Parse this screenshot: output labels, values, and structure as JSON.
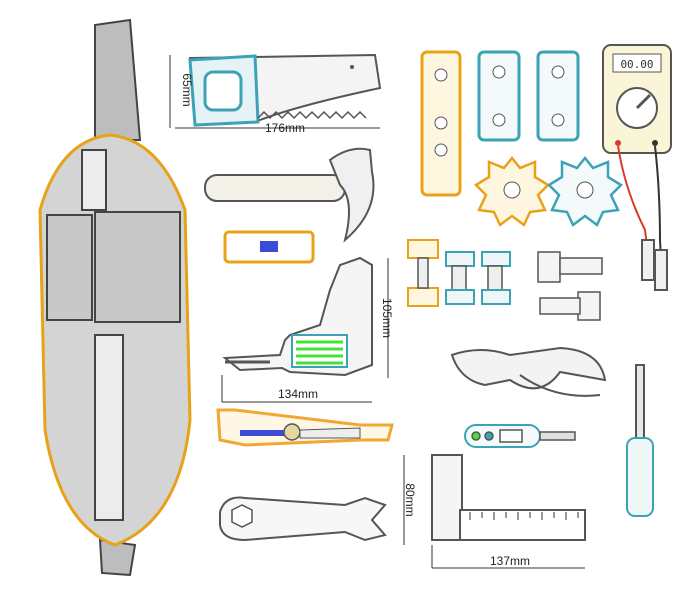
{
  "dimensions": {
    "saw_height": "65mm",
    "saw_width": "176mm",
    "drill_height": "105mm",
    "drill_width": "134mm",
    "square_height": "80mm",
    "square_width": "137mm"
  },
  "multimeter": {
    "display": "00.00"
  },
  "colors": {
    "outline_orange": "#e8a21a",
    "outline_teal": "#3ba3b5",
    "outline_gray": "#555555",
    "belt_fill": "#d9d9d9",
    "drill_green": "#46e03a",
    "knife_orange": "#f0a733",
    "red_wire": "#d63b2b"
  }
}
